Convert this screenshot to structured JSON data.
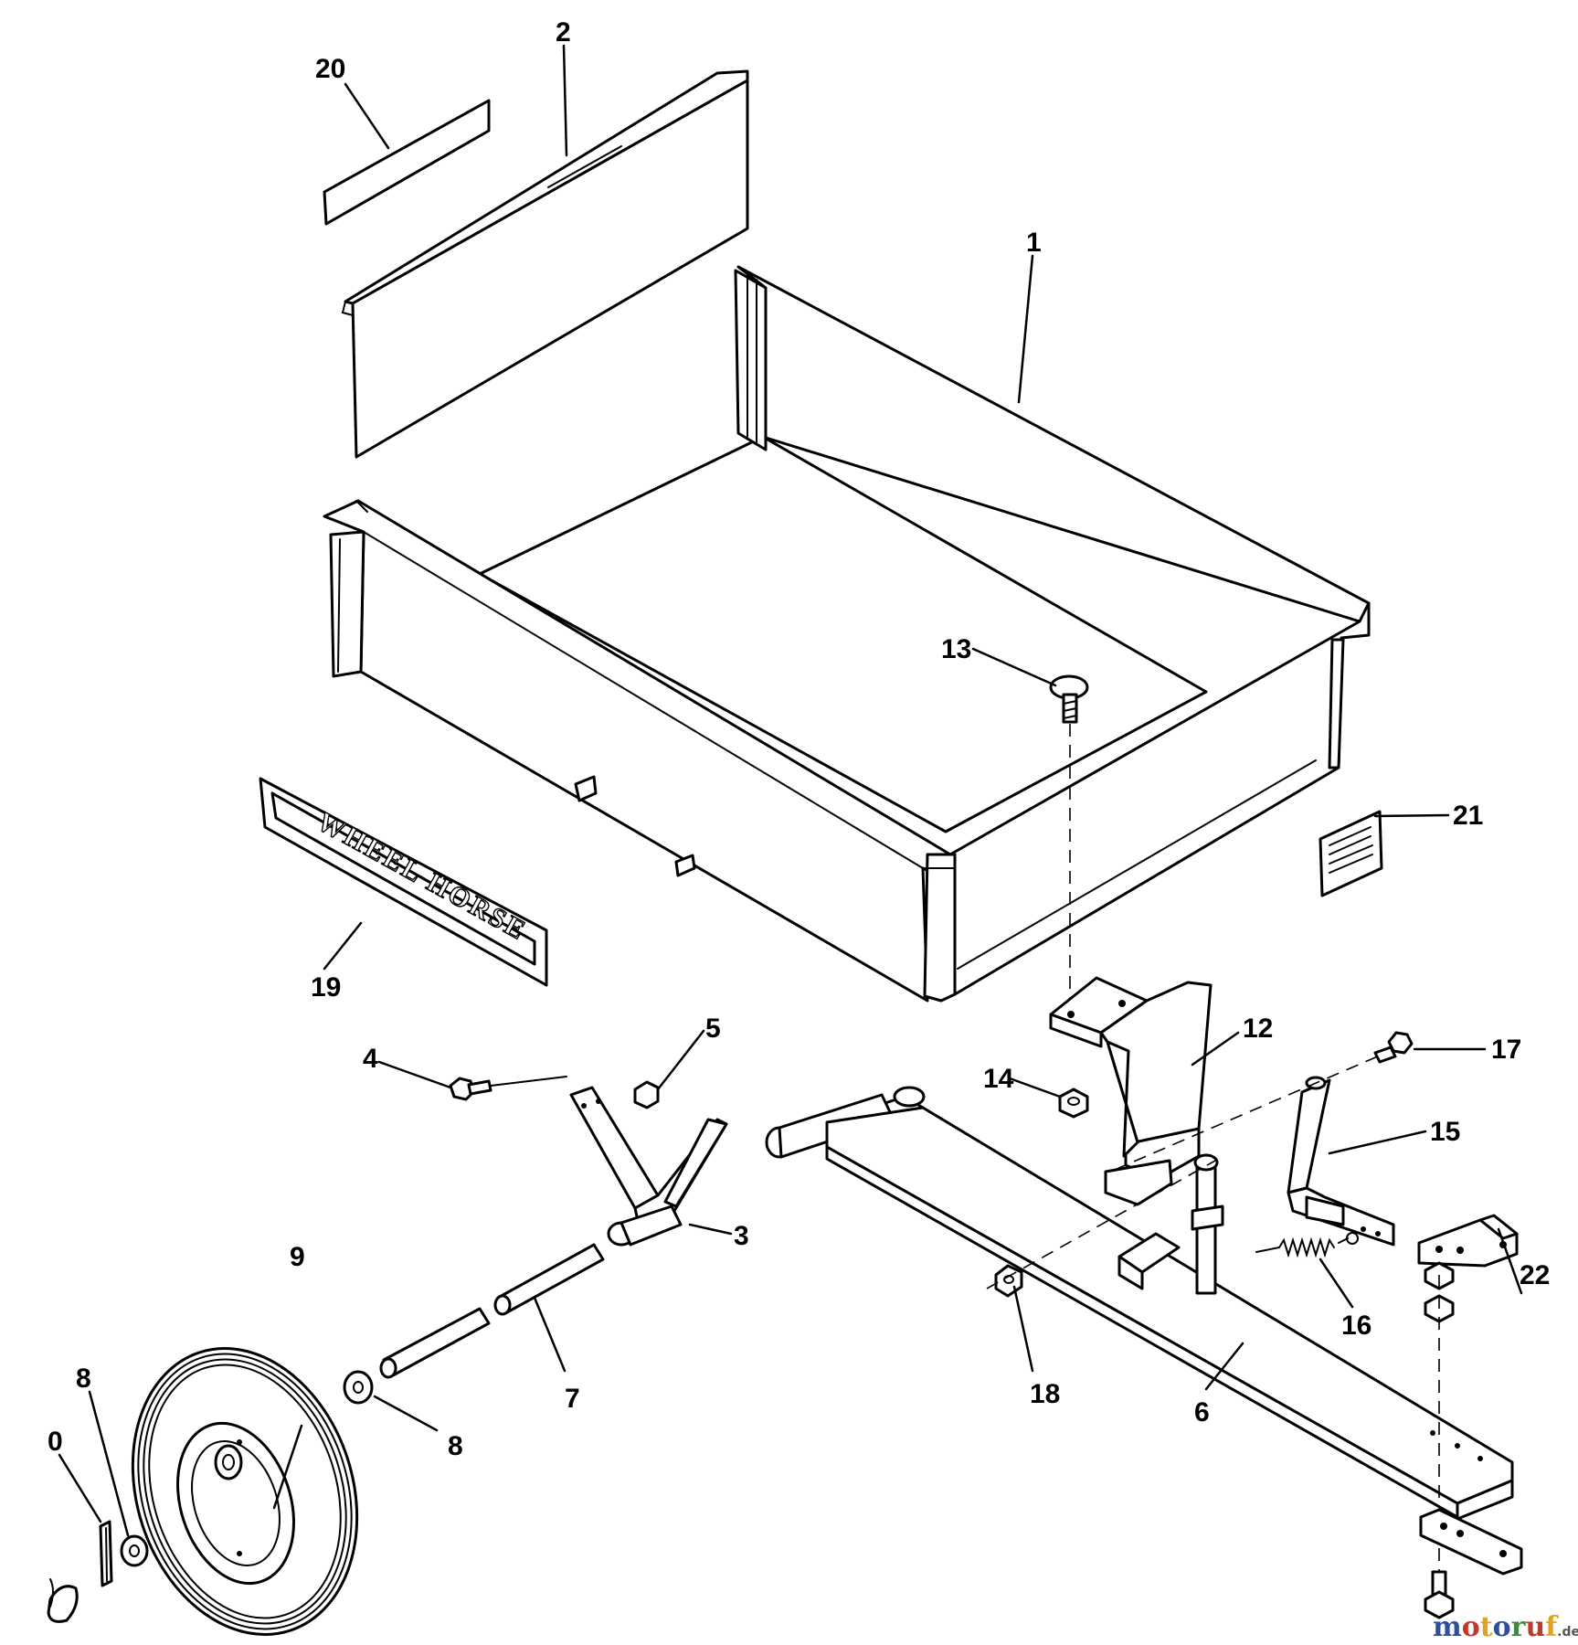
{
  "callouts": {
    "c1": "1",
    "c2": "2",
    "c3": "3",
    "c4": "4",
    "c5": "5",
    "c6": "6",
    "c7": "7",
    "c8a": "8",
    "c8b": "8",
    "c9": "9",
    "c0": "0",
    "c12": "12",
    "c13": "13",
    "c14": "14",
    "c15": "15",
    "c16": "16",
    "c17": "17",
    "c18": "18",
    "c19": "19",
    "c20": "20",
    "c21": "21",
    "c22": "22"
  },
  "decal": {
    "text": "WHEEL HORSE"
  },
  "watermark": {
    "letters": [
      "m",
      "o",
      "t",
      "o",
      "r",
      "u",
      "f"
    ],
    "suffix": ".de",
    "letter_colors": [
      "#2e4f9e",
      "#c0392b",
      "#e3a21a",
      "#2e4f9e",
      "#3a8d3a",
      "#c0392b",
      "#e3a21a"
    ]
  }
}
